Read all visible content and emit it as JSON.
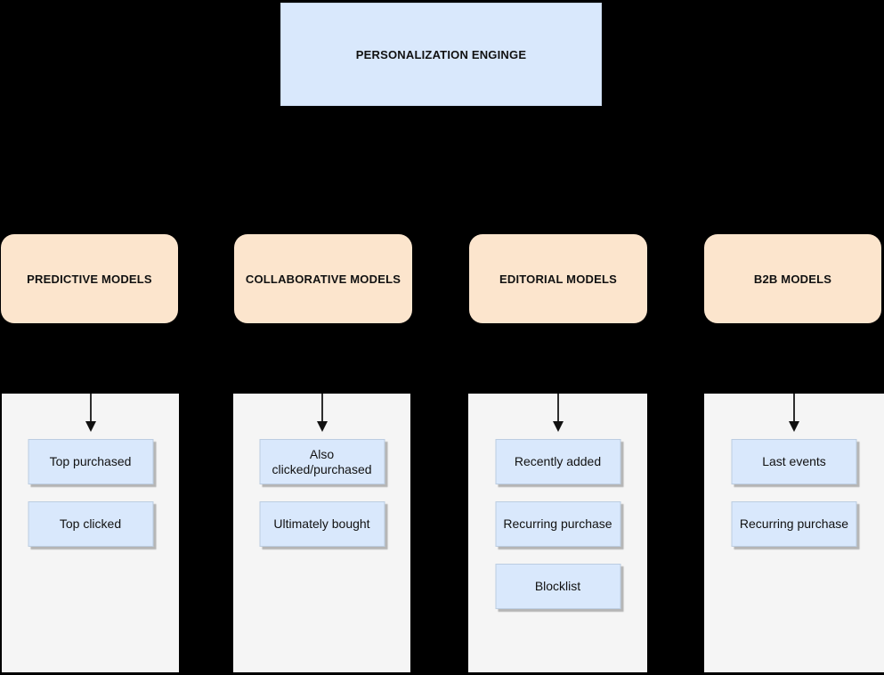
{
  "diagram": {
    "title": "PERSONALIZATION ENGINGE",
    "colors": {
      "background": "#000000",
      "title_fill": "#d9e8fc",
      "title_border": "#c8d7ec",
      "category_fill": "#fce5cd",
      "panel_fill": "#f5f5f5",
      "item_fill": "#d9e8fc",
      "item_border": "#bccde1",
      "shadow": "#b5b5b5",
      "text": "#111111"
    },
    "columns": [
      {
        "label": "PREDICTIVE MODELS",
        "items": [
          "Top purchased",
          "Top clicked"
        ]
      },
      {
        "label": "COLLABORATIVE MODELS",
        "items": [
          "Also clicked/purchased",
          "Ultimately bought"
        ]
      },
      {
        "label": "EDITORIAL MODELS",
        "items": [
          "Recently added",
          "Recurring purchase",
          "Blocklist"
        ]
      },
      {
        "label": "B2B MODELS",
        "items": [
          "Last events",
          "Recurring purchase"
        ]
      }
    ]
  }
}
